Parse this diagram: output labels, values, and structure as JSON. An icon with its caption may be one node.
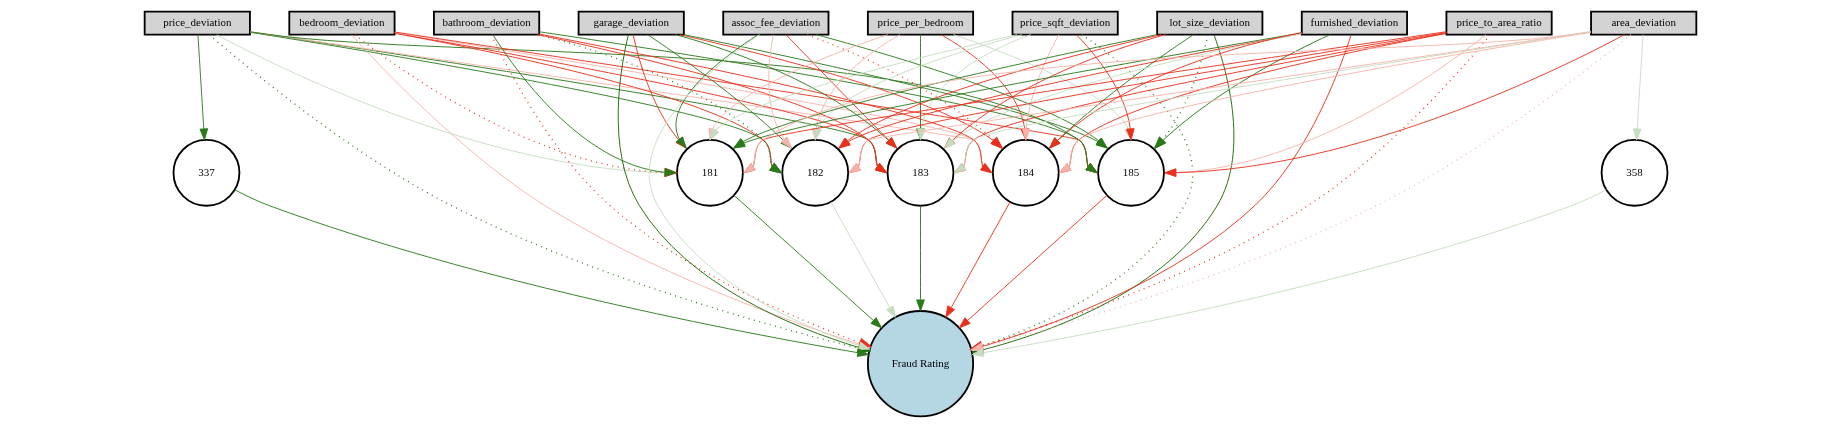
{
  "diagram": {
    "nodes": [
      {
        "text": [
          "price_deviation"
        ]
      },
      {
        "text": [
          "bedroom_deviation"
        ]
      },
      {
        "text": [
          "bathroom_deviation"
        ]
      },
      {
        "text": [
          "garage_deviation"
        ]
      },
      {
        "text": [
          "assoc_fee_deviation"
        ]
      },
      {
        "text": [
          "price_per_bedroom"
        ]
      },
      {
        "text": [
          "price_sqft_deviation"
        ]
      },
      {
        "text": [
          "lot_size_deviation"
        ]
      },
      {
        "text": [
          "furnished_deviation"
        ]
      },
      {
        "text": [
          "price_to_area_ratio"
        ]
      },
      {
        "text": [
          "area_deviation"
        ]
      },
      {
        "text": [
          "337"
        ]
      },
      {
        "text": [
          "181"
        ]
      },
      {
        "text": [
          "182"
        ]
      },
      {
        "text": [
          "183"
        ]
      },
      {
        "text": [
          "184"
        ]
      },
      {
        "text": [
          "185"
        ]
      },
      {
        "text": [
          "358"
        ]
      },
      {
        "text": [
          "Fraud Rating"
        ]
      }
    ],
    "edges": [
      {
        "from": 0,
        "to": 11,
        "arrow": "to",
        "color": "#2a7a1a"
      },
      {
        "from": 10,
        "to": 17,
        "arrow": "to",
        "color": "#c5dcbf"
      },
      {
        "from": 0,
        "to": 12,
        "arrow": "to",
        "color": "#c5dcbf"
      },
      {
        "from": 0,
        "to": 13,
        "arrow": "to",
        "color": "#2a7a1a"
      },
      {
        "from": 0,
        "to": 14,
        "arrow": "to",
        "color": "#2a7a1a"
      },
      {
        "from": 0,
        "to": 15,
        "arrow": "to",
        "color": "#f6b3aa"
      },
      {
        "from": 0,
        "to": 16,
        "arrow": "to",
        "color": "#2a7a1a"
      },
      {
        "from": 1,
        "to": 12,
        "arrow": "to",
        "style": "dashed",
        "color": "#e8301c"
      },
      {
        "from": 1,
        "to": 13,
        "arrow": "to",
        "color": "#e8301c"
      },
      {
        "from": 1,
        "to": 14,
        "arrow": "to",
        "color": "#e8301c"
      },
      {
        "from": 1,
        "to": 15,
        "arrow": "to",
        "color": "#f6b3aa"
      },
      {
        "from": 1,
        "to": 16,
        "arrow": "to",
        "color": "#e8301c"
      },
      {
        "from": 2,
        "to": 12,
        "arrow": "to",
        "color": "#2a7a1a"
      },
      {
        "from": 2,
        "to": 13,
        "arrow": "to",
        "style": "dashed",
        "color": "#2a7a1a"
      },
      {
        "from": 2,
        "to": 14,
        "arrow": "to",
        "color": "#e8301c"
      },
      {
        "from": 2,
        "to": 15,
        "arrow": "to",
        "color": "#e8301c"
      },
      {
        "from": 2,
        "to": 16,
        "arrow": "to",
        "color": "#2a7a1a"
      },
      {
        "from": 3,
        "to": 12,
        "arrow": "to",
        "color": "#e8301c"
      },
      {
        "from": 3,
        "to": 13,
        "arrow": "to",
        "color": "#2a7a1a"
      },
      {
        "from": 3,
        "to": 14,
        "arrow": "to",
        "color": "#2a7a1a"
      },
      {
        "from": 3,
        "to": 15,
        "arrow": "to",
        "color": "#e8301c"
      },
      {
        "from": 3,
        "to": 16,
        "arrow": "to",
        "color": "#2a7a1a"
      },
      {
        "from": 4,
        "to": 12,
        "arrow": "to",
        "color": "#2a7a1a"
      },
      {
        "from": 4,
        "to": 13,
        "arrow": "to",
        "color": "#f6b3aa"
      },
      {
        "from": 4,
        "to": 14,
        "arrow": "to",
        "color": "#e8301c"
      },
      {
        "from": 4,
        "to": 15,
        "arrow": "to",
        "style": "dashed",
        "color": "#e8301c"
      },
      {
        "from": 4,
        "to": 16,
        "arrow": "to",
        "color": "#2a7a1a"
      },
      {
        "from": 5,
        "to": 12,
        "arrow": "to",
        "color": "#f6b3aa"
      },
      {
        "from": 5,
        "to": 13,
        "arrow": "to",
        "color": "#f6b3aa"
      },
      {
        "from": 5,
        "to": 14,
        "arrow": "to",
        "color": "#2a7a1a"
      },
      {
        "from": 5,
        "to": 15,
        "arrow": "to",
        "color": "#e8301c"
      },
      {
        "from": 5,
        "to": 16,
        "arrow": "to",
        "color": "#c5dcbf"
      },
      {
        "from": 6,
        "to": 12,
        "arrow": "to",
        "color": "#c5dcbf"
      },
      {
        "from": 6,
        "to": 13,
        "arrow": "to",
        "color": "#c5dcbf"
      },
      {
        "from": 6,
        "to": 14,
        "arrow": "to",
        "color": "#c5dcbf"
      },
      {
        "from": 6,
        "to": 15,
        "arrow": "to",
        "color": "#f6b3aa"
      },
      {
        "from": 6,
        "to": 16,
        "arrow": "to",
        "color": "#e8301c"
      },
      {
        "from": 7,
        "to": 12,
        "arrow": "to",
        "color": "#2a7a1a"
      },
      {
        "from": 7,
        "to": 13,
        "arrow": "to",
        "color": "#e8301c"
      },
      {
        "from": 7,
        "to": 14,
        "arrow": "to",
        "color": "#e8301c"
      },
      {
        "from": 7,
        "to": 15,
        "arrow": "to",
        "color": "#2a7a1a"
      },
      {
        "from": 7,
        "to": 16,
        "arrow": "to",
        "style": "dashed",
        "color": "#2a7a1a"
      },
      {
        "from": 8,
        "to": 12,
        "arrow": "to",
        "color": "#2a7a1a"
      },
      {
        "from": 8,
        "to": 13,
        "arrow": "to",
        "color": "#e8301c"
      },
      {
        "from": 8,
        "to": 14,
        "arrow": "to",
        "color": "#c5dcbf"
      },
      {
        "from": 8,
        "to": 15,
        "arrow": "to",
        "color": "#e8301c"
      },
      {
        "from": 8,
        "to": 16,
        "arrow": "to",
        "color": "#2a7a1a"
      },
      {
        "from": 9,
        "to": 12,
        "arrow": "to",
        "color": "#e8301c"
      },
      {
        "from": 9,
        "to": 13,
        "arrow": "to",
        "color": "#e8301c"
      },
      {
        "from": 9,
        "to": 14,
        "arrow": "to",
        "color": "#e8301c"
      },
      {
        "from": 9,
        "to": 15,
        "arrow": "to",
        "color": "#e8301c"
      },
      {
        "from": 9,
        "to": 16,
        "arrow": "to",
        "color": "#f6b3aa"
      },
      {
        "from": 10,
        "to": 12,
        "arrow": "to",
        "color": "#f6b3aa"
      },
      {
        "from": 10,
        "to": 13,
        "arrow": "to",
        "color": "#f6b3aa"
      },
      {
        "from": 10,
        "to": 14,
        "arrow": "to",
        "color": "#c5dcbf"
      },
      {
        "from": 10,
        "to": 15,
        "arrow": "to",
        "color": "#f6b3aa"
      },
      {
        "from": 10,
        "to": 16,
        "arrow": "to",
        "color": "#e8301c"
      },
      {
        "from": 0,
        "to": 18,
        "arrow": "to",
        "style": "dashed",
        "color": "#2a7a1a"
      },
      {
        "from": 1,
        "to": 18,
        "arrow": "to",
        "color": "#f6b3aa"
      },
      {
        "from": 2,
        "to": 18,
        "arrow": "to",
        "style": "dashed",
        "color": "#e8301c"
      },
      {
        "from": 3,
        "to": 18,
        "arrow": "to",
        "color": "#1a6600"
      },
      {
        "from": 4,
        "to": 18,
        "arrow": "to",
        "color": "#c5dcbf"
      },
      {
        "from": 6,
        "to": 18,
        "arrow": "to",
        "style": "dashed",
        "color": "#2a7a1a"
      },
      {
        "from": 7,
        "to": 18,
        "arrow": "to",
        "color": "#1a6600"
      },
      {
        "from": 8,
        "to": 18,
        "arrow": "to",
        "color": "#e8301c"
      },
      {
        "from": 9,
        "to": 18,
        "arrow": "to",
        "style": "dashed",
        "color": "#e8301c"
      },
      {
        "from": 10,
        "to": 18,
        "arrow": "to",
        "style": "dashed",
        "color": "#f6b3aa"
      },
      {
        "from": 11,
        "to": 18,
        "arrow": "to",
        "color": "#2a7a1a"
      },
      {
        "from": 12,
        "to": 18,
        "arrow": "to",
        "color": "#2a7a1a"
      },
      {
        "from": 13,
        "to": 18,
        "arrow": "to",
        "color": "#c5dcbf"
      },
      {
        "from": 14,
        "to": 18,
        "arrow": "to",
        "color": "#2a7a1a"
      },
      {
        "from": 15,
        "to": 18,
        "arrow": "to",
        "color": "#e8301c"
      },
      {
        "from": 16,
        "to": 18,
        "arrow": "to",
        "color": "#e8301c"
      },
      {
        "from": 17,
        "to": 18,
        "arrow": "to",
        "color": "#c5dcbf"
      }
    ]
  }
}
